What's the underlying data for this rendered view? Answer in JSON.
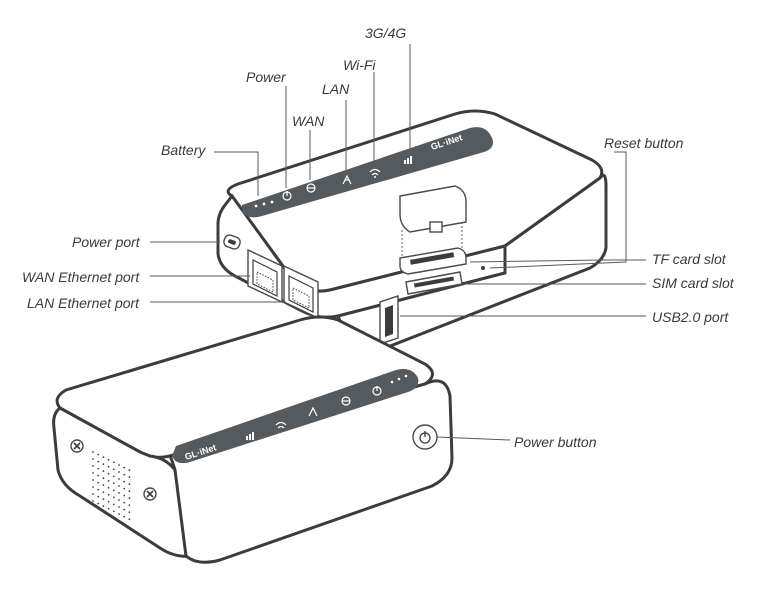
{
  "labels": {
    "threeg4g": "3G/4G",
    "wifi": "Wi-Fi",
    "power": "Power",
    "lan": "LAN",
    "wan": "WAN",
    "battery": "Battery",
    "reset_button": "Reset button",
    "power_port": "Power port",
    "wan_ethernet_port": "WAN Ethernet port",
    "lan_ethernet_port": "LAN Ethernet port",
    "tf_card_slot": "TF card slot",
    "sim_card_slot": "SIM card slot",
    "usb_port": "USB2.0 port",
    "power_button": "Power button"
  },
  "device": {
    "brand": "GL·iNet"
  },
  "colors": {
    "outline": "#3c3c3c",
    "panel": "#555a5e",
    "label_text": "#3a3a3a",
    "background": "#ffffff"
  },
  "icons": [
    "power-icon",
    "globe-icon",
    "lan-icon",
    "wifi-icon",
    "signal-icon",
    "battery-dots-icon"
  ]
}
